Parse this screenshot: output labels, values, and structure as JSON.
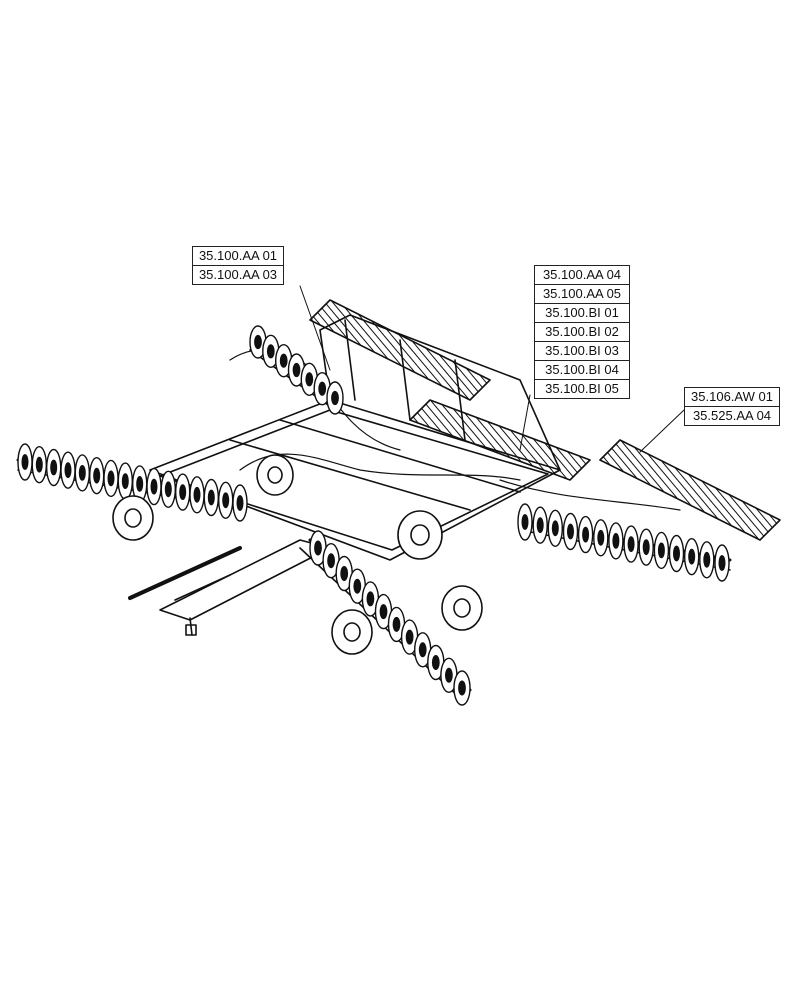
{
  "callouts": {
    "group_a": [
      "35.100.AA 01",
      "35.100.AA 03"
    ],
    "group_b": [
      "35.100.AA 04",
      "35.100.AA 05",
      "35.100.BI 01",
      "35.100.BI 02",
      "35.100.BI 03",
      "35.100.BI 04",
      "35.100.BI 05"
    ],
    "group_c": [
      "35.106.AW 01",
      "35.525.AA 04"
    ]
  },
  "colors": {
    "line": "#111111",
    "background": "#ffffff"
  }
}
